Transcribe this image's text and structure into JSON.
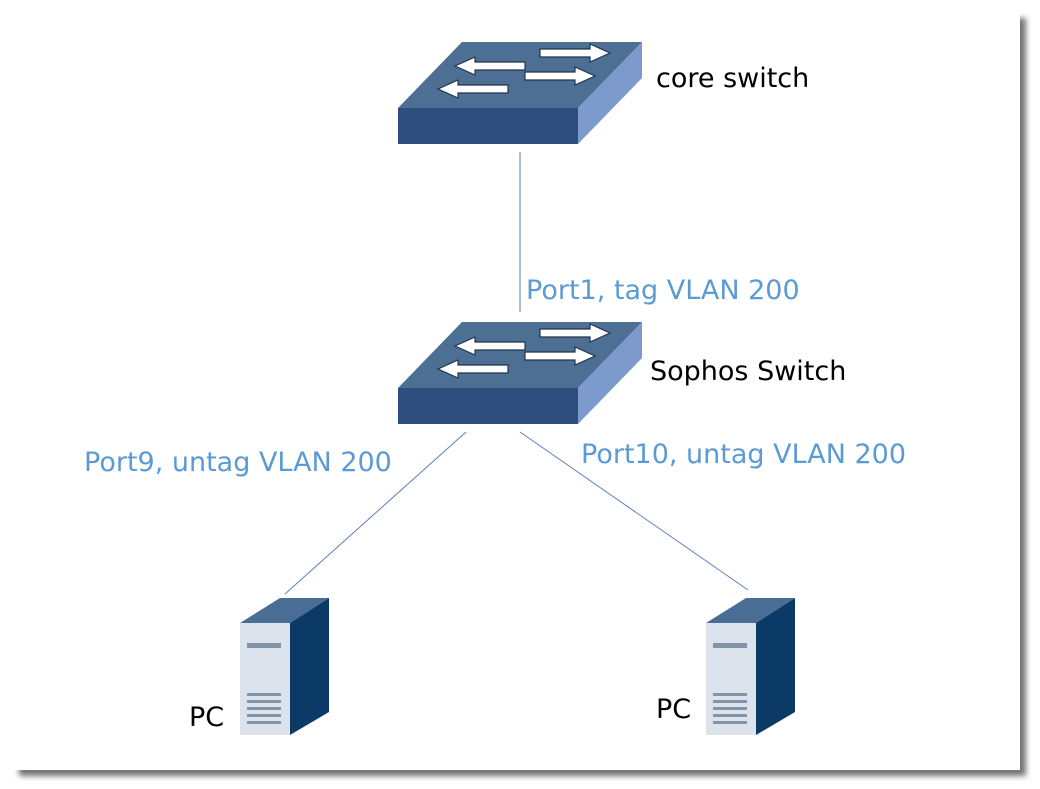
{
  "devices": {
    "core_switch": {
      "label": "core switch"
    },
    "sophos_switch": {
      "label": "Sophos Switch"
    },
    "pc_left": {
      "label": "PC"
    },
    "pc_right": {
      "label": "PC"
    }
  },
  "links": {
    "core_to_sophos": {
      "label": "Port1, tag VLAN 200"
    },
    "sophos_to_pc_left": {
      "label": "Port9, untag VLAN 200"
    },
    "sophos_to_pc_right": {
      "label": "Port10, untag VLAN 200"
    }
  },
  "colors": {
    "switch_top": "#4d6f94",
    "switch_front": "#2e4f7e",
    "switch_side": "#7c9bcc",
    "link_line": "#5b7fc0",
    "port_label": "#5b9bd5",
    "pc_front": "#dde3ec",
    "pc_side": "#0b3a67",
    "pc_top": "#4a6d96"
  },
  "icons": {
    "switch": "network-switch-icon",
    "pc": "tower-pc-icon"
  }
}
